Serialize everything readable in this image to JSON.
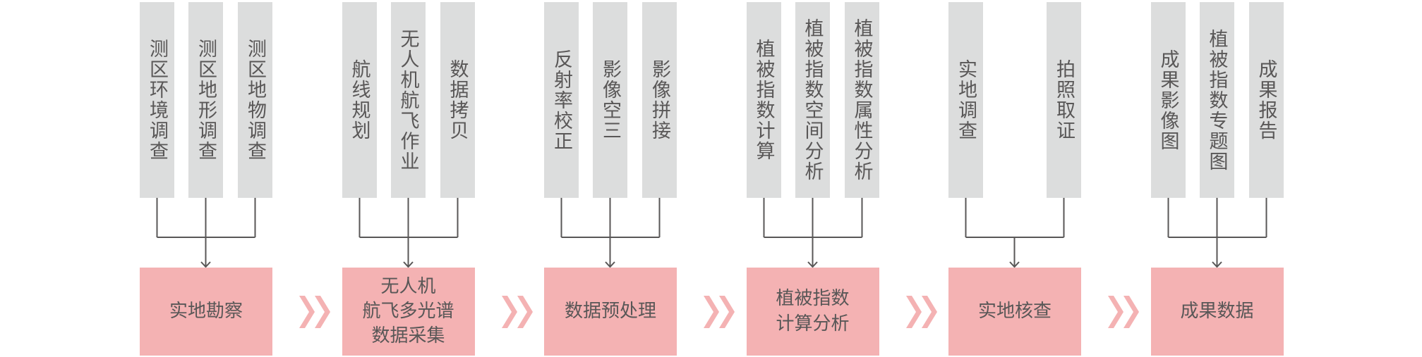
{
  "colors": {
    "gray": "#dcdddd",
    "pink": "#f4b2b3",
    "chevron": "#f4b2b3",
    "line": "#595757"
  },
  "steps": [
    {
      "title": "实地勘察",
      "inputs": [
        "测区环境调查",
        "测区地形调查",
        "测区地物调查"
      ]
    },
    {
      "title": "无人机\n航飞多光谱\n数据采集",
      "inputs": [
        "航线规划",
        "无人机航飞作业",
        "数据拷贝"
      ]
    },
    {
      "title": "数据预处理",
      "inputs": [
        "反射率校正",
        "影像空三",
        "影像拼接"
      ]
    },
    {
      "title": "植被指数\n计算分析",
      "inputs": [
        "植被指数计算",
        "植被指数空间分析",
        "植被指数属性分析"
      ]
    },
    {
      "title": "实地核查",
      "inputs": [
        "实地调查",
        null,
        "拍照取证"
      ]
    },
    {
      "title": "成果数据",
      "inputs": [
        "成果影像图",
        "植被指数专题图",
        "成果报告"
      ]
    }
  ]
}
